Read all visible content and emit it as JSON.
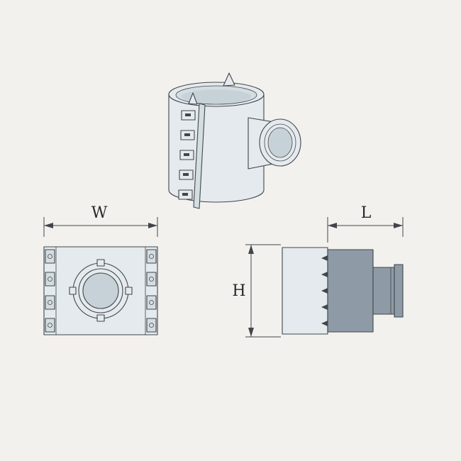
{
  "diagram": {
    "dimension_labels": {
      "width": "W",
      "length": "L",
      "height": "H"
    },
    "colors": {
      "background": "#f3f1ee",
      "body_fill": "#e4eaed",
      "body_shade": "#d4dde2",
      "inner_fill": "#c7d2d8",
      "outlet_fill": "#8e9aa5",
      "line": "#41464b",
      "label_text": "#26282b"
    }
  }
}
